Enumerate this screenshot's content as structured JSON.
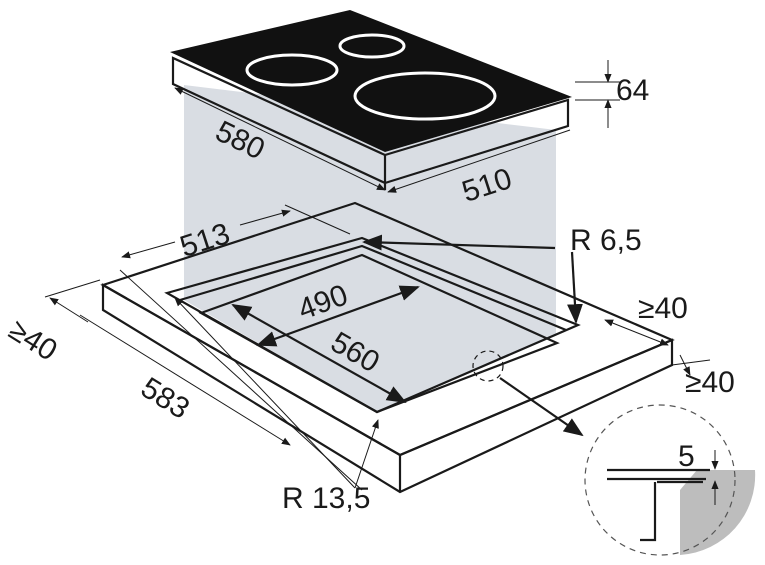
{
  "colors": {
    "backdrop": "#d9dde3",
    "glass": "#111111",
    "line": "#1a1a1a",
    "detail_fill": "#bdbdbd"
  },
  "cooktop": {
    "length": "580",
    "depth": "510",
    "height": "64"
  },
  "cutout": {
    "rim_depth": "513",
    "inner_depth": "490",
    "inner_length": "560",
    "outer_length": "583",
    "corner_radius_small": "R 6,5",
    "corner_radius_large": "R 13,5",
    "clearance_right": "≥40",
    "clearance_left": "≥40",
    "clearance_front": "≥40"
  },
  "detail": {
    "rebate_depth": "5"
  }
}
